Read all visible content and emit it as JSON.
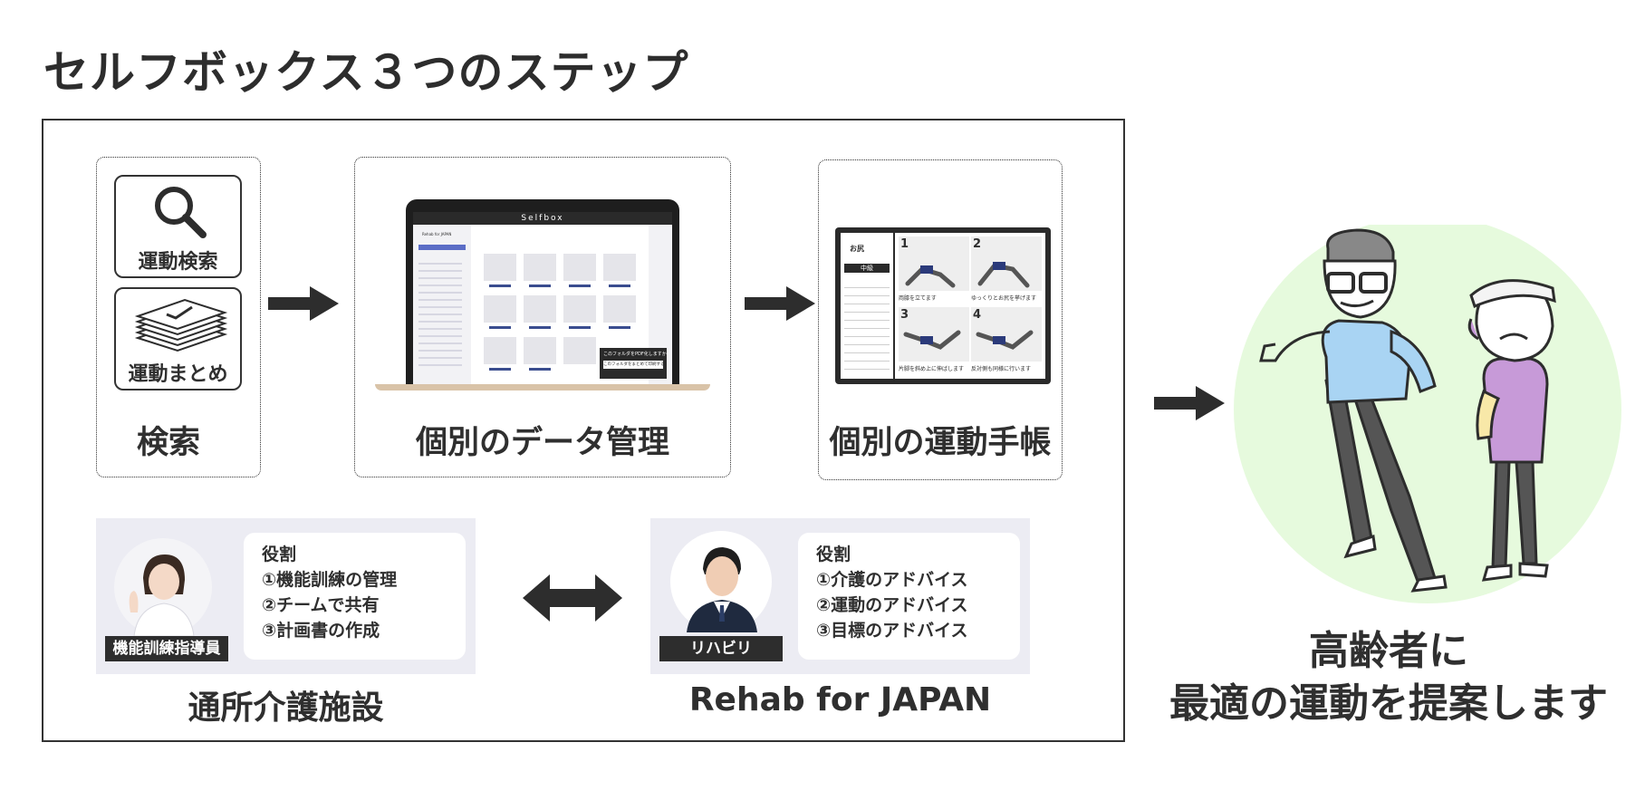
{
  "title": "セルフボックス３つのステップ",
  "steps": [
    {
      "label": "検索",
      "cards": [
        {
          "label": "運動検索",
          "icon": "search-icon"
        },
        {
          "label": "運動まとめ",
          "icon": "paper-stack-icon"
        }
      ]
    },
    {
      "label": "個別のデータ管理",
      "laptop": {
        "app_name": "Selfbox",
        "brand": "Rehab for JAPAN",
        "popup_line1": "このフォルダをPDF化しますか",
        "popup_line2": "このフォルダをまとめて印刷する"
      }
    },
    {
      "label": "個別の運動手帳",
      "notebook": {
        "sheet_title": "お尻",
        "level": "中級",
        "panels": [
          {
            "number": "1",
            "caption": "両膝を立てます"
          },
          {
            "number": "2",
            "caption": "ゆっくりとお尻を挙げます"
          },
          {
            "number": "3",
            "caption": "片脚を斜め上に伸ばします"
          },
          {
            "number": "4",
            "caption": "反対側も同様に行います"
          }
        ]
      }
    }
  ],
  "roles": [
    {
      "org": "通所介護施設",
      "badge": "機能訓練指導員",
      "heading": "役割",
      "items": [
        "①機能訓練の管理",
        "②チームで共有",
        "③計画書の作成"
      ]
    },
    {
      "org": "Rehab for JAPAN",
      "badge": "リハビリ",
      "heading": "役割",
      "items": [
        "①介護のアドバイス",
        "②運動のアドバイス",
        "③目標のアドバイス"
      ]
    }
  ],
  "conclusion": {
    "line1": "高齢者に",
    "line2": "最適の運動を提案します"
  },
  "colors": {
    "text": "#2f2f2f",
    "frame": "#333333",
    "panel": "#ececf3",
    "circle": "#e6fadd",
    "arrow": "#2d2d2d"
  }
}
